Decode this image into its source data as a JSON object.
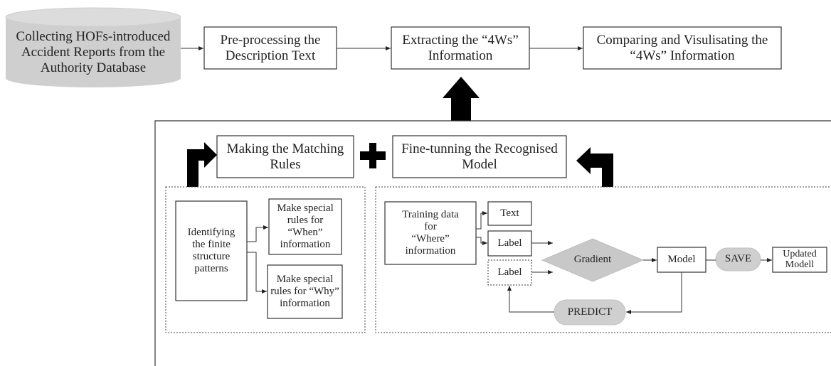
{
  "top_row": {
    "collect": "Collecting HOFs-introduced\nAccident Reports from the\nAuthority Database",
    "preprocess": "Pre-processing the\nDescription Text",
    "extract": "Extracting the “4Ws”\nInformation",
    "compare": "Comparing and Visulisating the\n“4Ws” Information"
  },
  "middle_row": {
    "matching_rules": "Making the Matching\nRules",
    "finetune": "Fine-tunning the Recognised\nModel"
  },
  "rules_panel": {
    "identify": "Identifying\nthe finite\nstructure\npatterns",
    "when_rules": "Make special\nrules for\n“When”\ninformation",
    "why_rules": "Make special\nrules for “Why”\ninformation"
  },
  "model_panel": {
    "training": "Training data\nfor\n“Where”\ninformation",
    "text": "Text",
    "label": "Label",
    "label_pred": "Label",
    "gradient": "Gradient",
    "model": "Model",
    "save": "SAVE",
    "updated": "Updated\nModell",
    "predict": "PREDICT"
  },
  "colors": {
    "line": "#333333",
    "arrow": "#000000",
    "pill_fill": "#cfcfcf",
    "cylinder_fill": "#cfcfcf"
  }
}
